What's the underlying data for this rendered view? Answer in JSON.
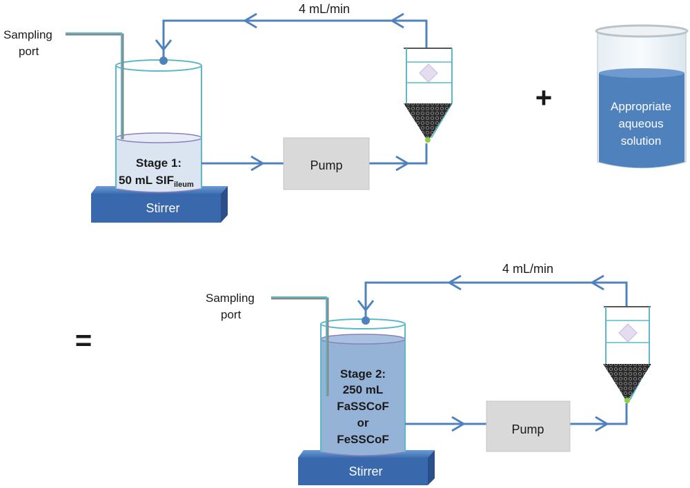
{
  "stage1": {
    "sampling_line1": "Sampling",
    "sampling_line2": "port",
    "flow_rate": "4 mL/min",
    "vessel_line1": "Stage 1:",
    "vessel_line2_main": "50 mL SIF",
    "vessel_line2_sub": "ileum",
    "pump": "Pump",
    "stirrer": "Stirrer"
  },
  "plus_sign": "+",
  "beaker": {
    "line1": "Appropriate",
    "line2": "aqueous",
    "line3": "solution"
  },
  "equals_sign": "=",
  "stage2": {
    "sampling_line1": "Sampling",
    "sampling_line2": "port",
    "flow_rate": "4 mL/min",
    "vessel_line1": "Stage 2:",
    "vessel_line2": "250 mL",
    "vessel_line3": "FaSSCoF",
    "vessel_line4": "or",
    "vessel_line5": "FeSSCoF",
    "pump": "Pump",
    "stirrer": "Stirrer"
  },
  "colors": {
    "tube": "#4f81bd",
    "vessel_outline": "#5bb8c8",
    "stirrer_top": "#4a7fc0",
    "stirrer_front": "#2f5a99",
    "pump_fill": "#d9d9d9",
    "beaker_liquid": "#4f81bd"
  }
}
